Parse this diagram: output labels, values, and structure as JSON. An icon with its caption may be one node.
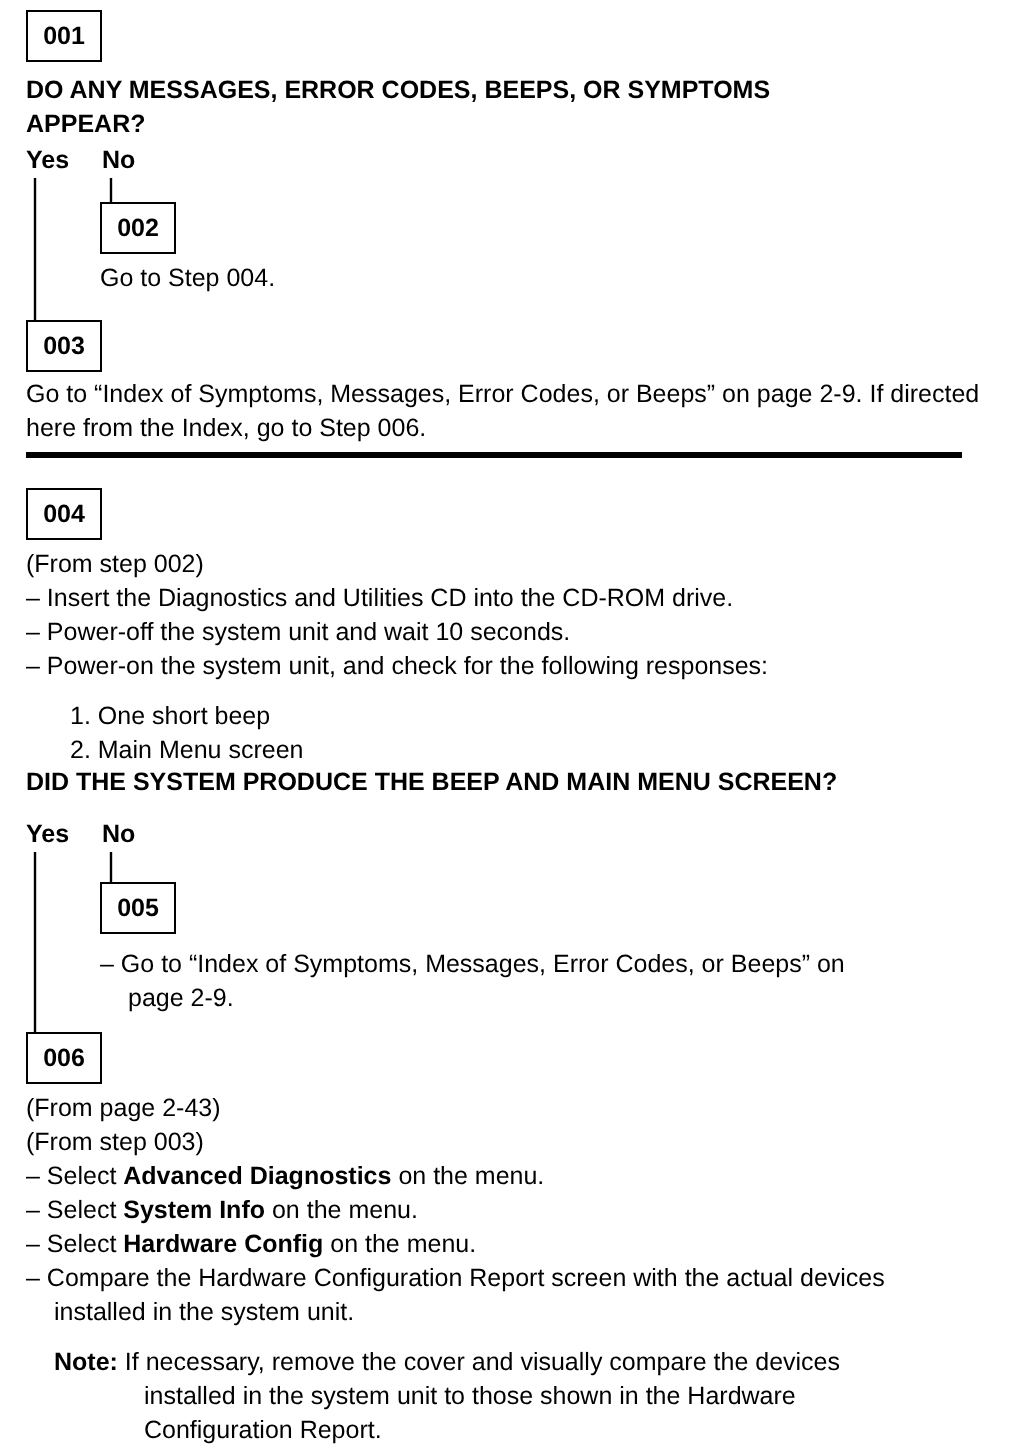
{
  "diagram": {
    "nodes": [
      {
        "text": [
          "001"
        ]
      },
      {
        "text": [
          "Yes"
        ]
      },
      {
        "text": [
          "No"
        ]
      },
      {
        "text": [
          "002"
        ],
        "beside": [
          "Go to Step 004."
        ]
      },
      {
        "text": [
          "003"
        ],
        "beside": [
          "Go to “Index of Symptoms, Messages, Error Codes, or Beeps” on page 2-9. If directed here from the Index, go to Step 006."
        ]
      },
      {
        "text": [
          "004"
        ],
        "beside": [
          "(From step 002)",
          "– Insert the Diagnostics and Utilities CD into the CD-ROM drive.",
          "– Power-off the system unit and wait 10 seconds.",
          "– Power-on the system unit, and check for the following responses:",
          "1. One short beep",
          "2. Main Menu screen"
        ]
      },
      {
        "text": [
          "Yes"
        ]
      },
      {
        "text": [
          "No"
        ]
      },
      {
        "text": [
          "005"
        ],
        "beside": [
          "– Go to “Index of Symptoms, Messages, Error Codes, or Beeps” on page 2-9."
        ]
      },
      {
        "text": [
          "006"
        ],
        "beside": [
          "(From page 2-43)",
          "(From step 003)",
          "– Select **Advanced Diagnostics** on the menu.",
          "– Select **System Info** on the menu.",
          "– Select **Hardware Config** on the menu.",
          "– Compare the Hardware Configuration Report screen with the actual devices installed in the system unit.",
          "**Note:** If necessary, remove the cover and visually compare the devices installed in the system unit to those shown in the Hardware Configuration Report."
        ]
      }
    ],
    "edges": [
      {
        "from": 1,
        "to": 4,
        "arrow": "none"
      },
      {
        "from": 2,
        "to": 3,
        "arrow": "none"
      },
      {
        "from": 6,
        "to": 9,
        "arrow": "none"
      },
      {
        "from": 7,
        "to": 8,
        "arrow": "none"
      }
    ],
    "labels": [
      "DO ANY MESSAGES, ERROR CODES, BEEPS, OR SYMPTOMS APPEAR?",
      "DID THE SYSTEM PRODUCE THE BEEP AND MAIN MENU SCREEN?"
    ]
  }
}
